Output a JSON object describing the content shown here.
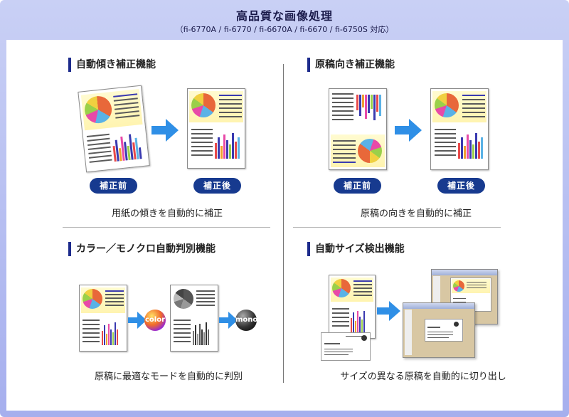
{
  "header": {
    "title": "高品質な画像処理",
    "subtitle": "（fi-6770A / fi-6770 / fi-6670A / fi-6670 / fi-6750S 対応）"
  },
  "sections": [
    {
      "title": "自動傾き補正機能",
      "before_label": "補正前",
      "after_label": "補正後",
      "caption": "用紙の傾きを自動的に補正"
    },
    {
      "title": "原稿向き補正機能",
      "before_label": "補正前",
      "after_label": "補正後",
      "caption": "原稿の向きを自動的に補正"
    },
    {
      "title": "カラー／モノクロ自動判別機能",
      "color_label": "color",
      "mono_label": "mono",
      "caption": "原稿に最適なモードを自動的に判別"
    },
    {
      "title": "自動サイズ検出機能",
      "caption": "サイズの異なる原稿を自動的に切り出し"
    }
  ],
  "colors": {
    "accent": "#1d2b8c",
    "pill": "#173a8f",
    "arrow": "#2f8fe6",
    "highlight": "#fff4b0"
  }
}
